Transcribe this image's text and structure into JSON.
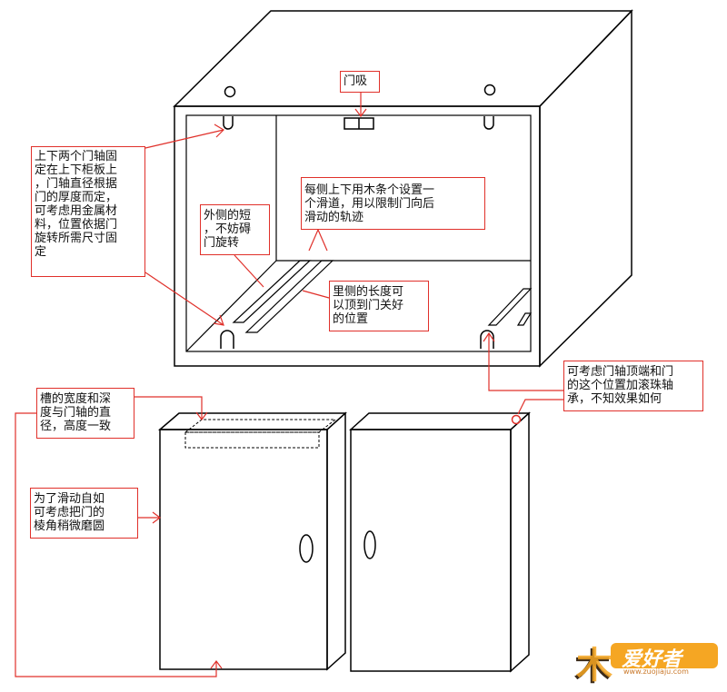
{
  "labels": {
    "door_catch": "门吸",
    "pivot_note": "上下两个门轴固\n定在上下柜板上\n，门轴直径根据\n门的厚度而定，\n可考虑用金属材\n料，位置依据门\n旋转所需尺寸固\n定",
    "outer_short": "外侧的短\n，不妨碍\n门旋转",
    "slide_track": "每侧上下用木条个设置一\n个滑道，用以限制门向后\n滑动的轨迹",
    "inner_length": "里侧的长度可\n以顶到门关好\n的位置",
    "ball_bearing": "可考虑门轴顶端和门\n的这个位置加滚珠轴\n承，不知效果如何",
    "groove_note": "槽的宽度和深\n度与门轴的直\n径，高度一致",
    "round_corner": "为了滑动自如\n可考虑把门的\n棱角稍微磨圆"
  },
  "watermark": {
    "brand": "爱好者",
    "site": "www.zuojiaju.com"
  },
  "colors": {
    "line": "#000000",
    "annotation": "#e0302a",
    "logo_orange": "#f5a623",
    "logo_dark": "#3a2a1a"
  }
}
